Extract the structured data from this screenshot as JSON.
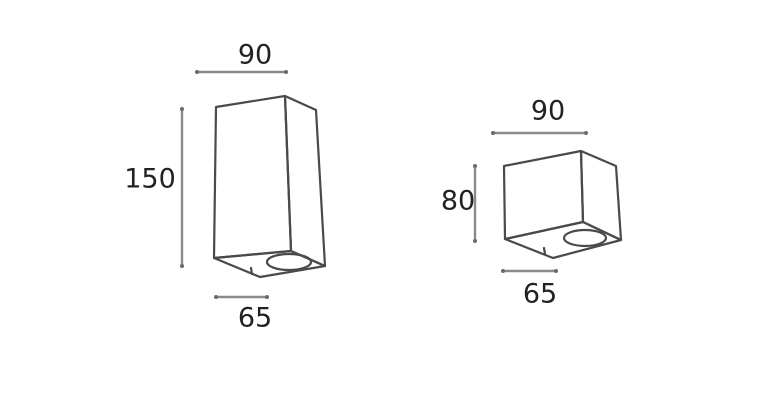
{
  "diagram": {
    "description": "Dimension drawings of two wall light fixtures (tall and short)",
    "units": "mm",
    "fixtures": [
      {
        "id": "tall",
        "width_label": "90",
        "height_label": "150",
        "depth_label": "65",
        "width": 90,
        "height": 150,
        "depth": 65
      },
      {
        "id": "short",
        "width_label": "90",
        "height_label": "80",
        "depth_label": "65",
        "width": 90,
        "height": 80,
        "depth": 65
      }
    ],
    "colors": {
      "outline": "#4a4a4a",
      "dimension_line": "#8a8a8a",
      "text": "#222222",
      "background": "#ffffff"
    }
  }
}
